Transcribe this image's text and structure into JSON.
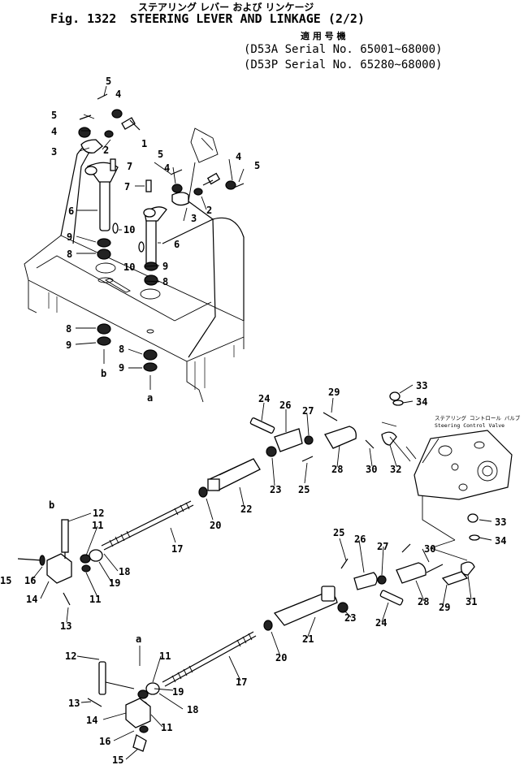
{
  "header": {
    "title_jp": "ステアリング レバー および リンケージ",
    "figure_number": "Fig. 1322",
    "title_en": "STEERING LEVER AND LINKAGE (2/2)",
    "applicable_jp": "適 用 号 機",
    "serial_1": "(D53A Serial No. 65001~68000)",
    "serial_2": "(D53P Serial No. 65280~68000)"
  },
  "valve_label": {
    "jp": "ステアリング コントロール バルブ",
    "en": "Steering Control Valve"
  },
  "callouts": {
    "c1": "1",
    "c2": "2",
    "c3": "3",
    "c4": "4",
    "c5": "5",
    "c6": "6",
    "c7": "7",
    "c8": "8",
    "c9": "9",
    "c10": "10",
    "c11": "11",
    "c12": "12",
    "c13": "13",
    "c14": "14",
    "c15": "15",
    "c16": "16",
    "c17": "17",
    "c18": "18",
    "c19": "19",
    "c20": "20",
    "c21": "21",
    "c22": "22",
    "c23": "23",
    "c24": "24",
    "c25": "25",
    "c26": "26",
    "c27": "27",
    "c28": "28",
    "c29": "29",
    "c30": "30",
    "c31": "31",
    "c32": "32",
    "c33": "33",
    "c34": "34",
    "ref_a": "a",
    "ref_b": "b"
  }
}
